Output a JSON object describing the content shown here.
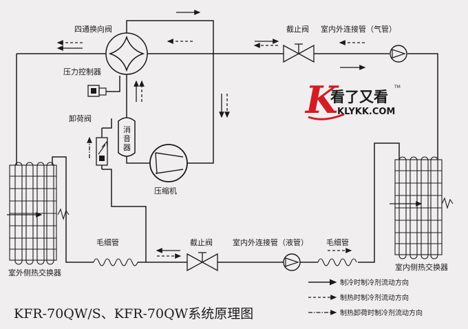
{
  "labels": {
    "four_way_valve": "四通换向阀",
    "pressure_controller": "压力控制器",
    "unload_valve": "卸荷阀",
    "muffler": "消音器",
    "compressor": "压缩机",
    "stop_valve_top": "截止阀",
    "conn_gas": "室内外连接管（气管）",
    "stop_valve_bottom": "截止阀",
    "conn_liquid": "室内外连接管（液管）",
    "capillary_left": "毛细管",
    "capillary_right": "毛细管",
    "outdoor_hx": "室外侧热交换器",
    "indoor_hx": "室内侧热交换器"
  },
  "legend": {
    "cooling": "制冷时制冷剂流动方向",
    "heating": "制热时制冷剂流动方向",
    "heating_unload": "制热卸荷时制冷剂流动方向"
  },
  "title": "KFR-70QW/S、KFR-70QW系统原理图",
  "logo": {
    "k_letter": "K",
    "cn_text": "看了又看",
    "en_text": "KLYKK.COM",
    "tm": "TM"
  },
  "colors": {
    "logo_red": "#d21d24",
    "background": "#f1eef0"
  }
}
